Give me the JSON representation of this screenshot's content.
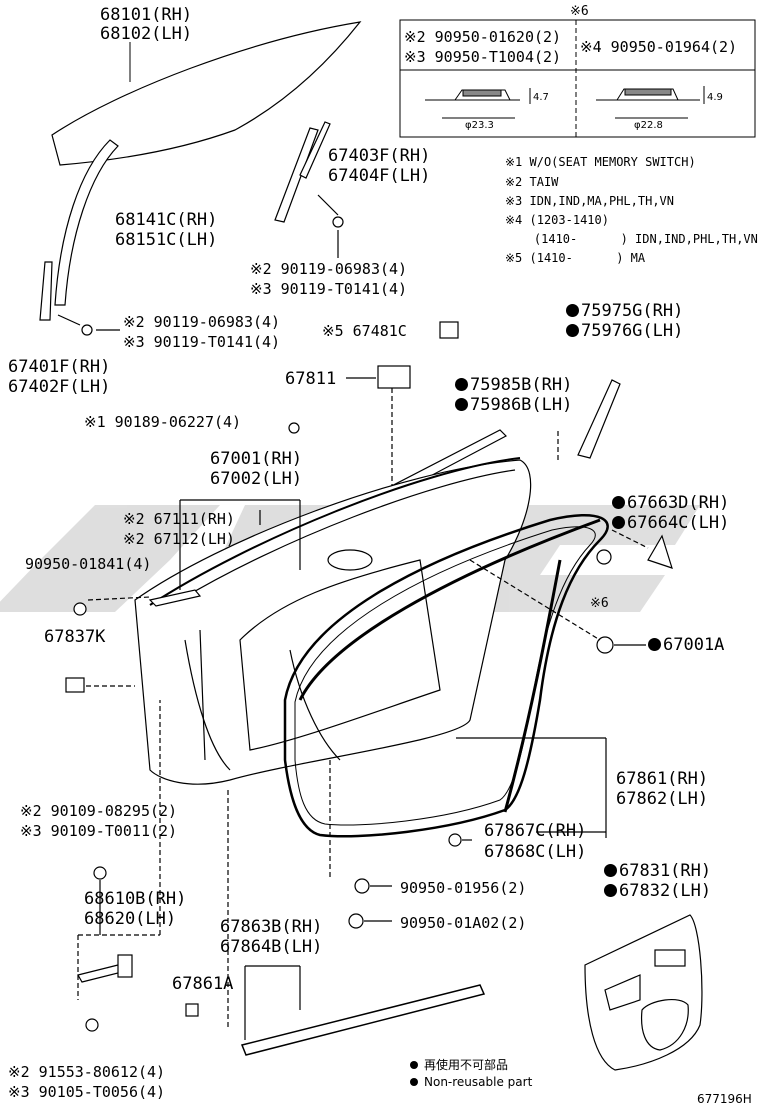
{
  "footnote_box": {
    "title": "※6",
    "left_line1": "※2 90950-01620(2)",
    "left_line2": "※3 90950-T1004(2)",
    "right_line1": "※4 90950-01964(2)",
    "clip_left_height": "4.7",
    "clip_left_diameter": "φ23.3",
    "clip_right_height": "4.9",
    "clip_right_diameter": "φ22.8"
  },
  "notes": [
    "※1 W/O(SEAT MEMORY SWITCH)",
    "※2 TAIW",
    "※3 IDN,IND,MA,PHL,TH,VN",
    "※4 (1203-1410)",
    "    (1410-      ) IDN,IND,PHL,TH,VN",
    "※5 (1410-      ) MA"
  ],
  "labels": {
    "l68101": "68101(RH)",
    "l68102": "68102(LH)",
    "l67403F": "67403F(RH)",
    "l67404F": "67404F(LH)",
    "l68141C": "68141C(RH)",
    "l68151C": "68151C(LH)",
    "l90119a1": "※2 90119-06983(4)",
    "l90119a2": "※3 90119-T0141(4)",
    "l90119b1": "※2 90119-06983(4)",
    "l90119b2": "※3 90119-T0141(4)",
    "l67401F": "67401F(RH)",
    "l67402F": "67402F(LH)",
    "l67481C": "※5 67481C",
    "l75975G": "75975G(RH)",
    "l75976G": "75976G(LH)",
    "l67811": "67811",
    "l75985B": "75985B(RH)",
    "l75986B": "75986B(LH)",
    "l90189": "※1 90189-06227(4)",
    "l67001": "67001(RH)",
    "l67002": "67002(LH)",
    "l67663D": "67663D(RH)",
    "l67664C": "67664C(LH)",
    "l67111": "※2 67111(RH)",
    "l67112": "※2 67112(LH)",
    "l90950_01841": "90950-01841(4)",
    "lx6": "※6",
    "l67837K": "67837K",
    "l67001A": "67001A",
    "l67861": "67861(RH)",
    "l67862": "67862(LH)",
    "l90109a": "※2 90109-08295(2)",
    "l90109b": "※3 90109-T0011(2)",
    "l67867C": "67867C(RH)",
    "l67868C": "67868C(LH)",
    "l68610B": "68610B(RH)",
    "l68620": "68620(LH)",
    "l90950_01956": "90950-01956(2)",
    "l67831": "67831(RH)",
    "l67832": "67832(LH)",
    "l67863B": "67863B(RH)",
    "l67864B": "67864B(LH)",
    "l90950_01A02": "90950-01A02(2)",
    "l67861A": "67861A",
    "l91553": "※2 91553-80612(4)",
    "l90105": "※3 90105-T0056(4)"
  },
  "legend": {
    "line1": "再使用不可部品",
    "line2": "Non-reusable part"
  },
  "diagram_code": "677196H"
}
